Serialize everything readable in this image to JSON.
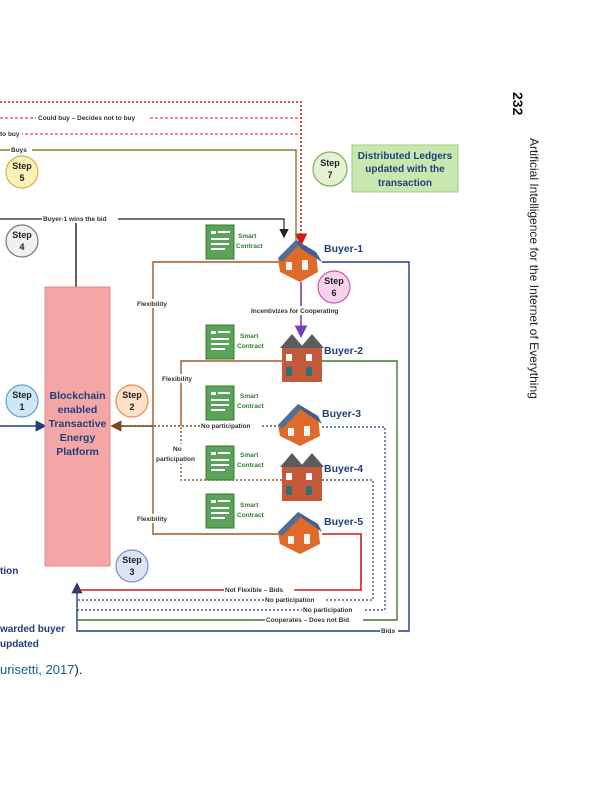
{
  "page": {
    "number": "232",
    "running_head": "Artificial Intelligence for the Internet of Everything",
    "citation": {
      "link_text": "urisetti, 2017",
      "suffix": ")."
    }
  },
  "diagram": {
    "top_lines": {
      "could_buy": "Could buy – Decides not to buy",
      "to_buy": "to buy",
      "buys": "Buys",
      "wins_bid": "Buyer-1 wins the bid"
    },
    "steps": {
      "step1": {
        "word": "Step",
        "num": "1"
      },
      "step2": {
        "word": "Step",
        "num": "2"
      },
      "step3": {
        "word": "Step",
        "num": "3"
      },
      "step4": {
        "word": "Step",
        "num": "4"
      },
      "step5": {
        "word": "Step",
        "num": "5"
      },
      "step6": {
        "word": "Step",
        "num": "6"
      },
      "step7": {
        "word": "Step",
        "num": "7"
      }
    },
    "ledger_box": [
      "Distributed Ledgers",
      "updated with the",
      "transaction"
    ],
    "platform": [
      "Blockchain",
      "enabled",
      "Transactive",
      "Energy",
      "Platform"
    ],
    "smart_contract": {
      "line1": "Smart",
      "line2": "Contract"
    },
    "buyers": {
      "b1": "Buyer-1",
      "b2": "Buyer-2",
      "b3": "Buyer-3",
      "b4": "Buyer-4",
      "b5": "Buyer-5"
    },
    "labels": {
      "incentivizes": "Incentivizes for Cooperating",
      "flex1": "Flexibility",
      "flex2": "Flexibility",
      "flex3": "Flexibility",
      "no_part_mid": "No participation",
      "no_part_b4_1": "No",
      "no_part_b4_2": "participation",
      "not_flexible": "Not Flexible – Bids",
      "no_part_bottom1": "No participation",
      "no_part_bottom2": "No participation",
      "cooperates": "Cooperates – Does not Bid",
      "bids": "Bids"
    },
    "left_text": {
      "tion": "tion",
      "awarded": "warded buyer",
      "updated": "updated"
    },
    "colors": {
      "red": "#d01a1a",
      "olive": "#8a7a2a",
      "navy": "#1f3f78",
      "brown": "#9a5a26",
      "green": "#3c7a2a",
      "purple": "#7a3fbf",
      "platform_fill": "#f4a6a6",
      "ledger_fill": "#c9e8b0",
      "step_fill": "#fdf1b8",
      "step1_fill": "#cfe8f3",
      "step2_fill": "#fde0c8",
      "step3_fill": "#dce3f5",
      "step6_fill": "#f6d2ec",
      "step7_fill": "#e4f2d2"
    }
  }
}
